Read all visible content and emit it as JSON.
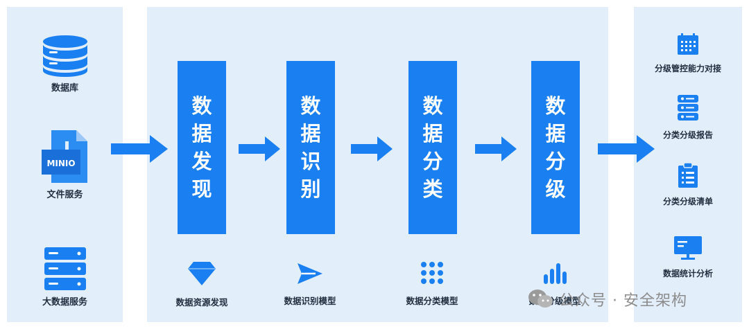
{
  "sources": [
    {
      "label": "数据库",
      "icon": "database-icon"
    },
    {
      "label": "文件服务",
      "icon": "file-minio-icon",
      "badge": "MINIO"
    },
    {
      "label": "大数据服务",
      "icon": "server-stack-icon"
    }
  ],
  "stages": [
    {
      "chars": [
        "数",
        "据",
        "发",
        "现"
      ]
    },
    {
      "chars": [
        "数",
        "据",
        "识",
        "别"
      ]
    },
    {
      "chars": [
        "数",
        "据",
        "分",
        "类"
      ]
    },
    {
      "chars": [
        "数",
        "据",
        "分",
        "级"
      ]
    }
  ],
  "models": [
    {
      "label": "数据资源发现",
      "icon": "diamond-icon"
    },
    {
      "label": "数据识别模型",
      "icon": "send-icon"
    },
    {
      "label": "数据分类模型",
      "icon": "dot-grid-icon"
    },
    {
      "label": "数据分级模型",
      "icon": "bar-chart-icon"
    }
  ],
  "outputs": [
    {
      "label": "分级管控能力对接",
      "icon": "calendar-grid-icon"
    },
    {
      "label": "分类分级报告",
      "icon": "server-report-icon"
    },
    {
      "label": "分类分级清单",
      "icon": "clipboard-list-icon"
    },
    {
      "label": "数据统计分析",
      "icon": "monitor-icon"
    }
  ],
  "watermark": {
    "text": "公众号 · 安全架构"
  },
  "colors": {
    "primary": "#1a7ff0",
    "panel": "#e3eefb"
  }
}
